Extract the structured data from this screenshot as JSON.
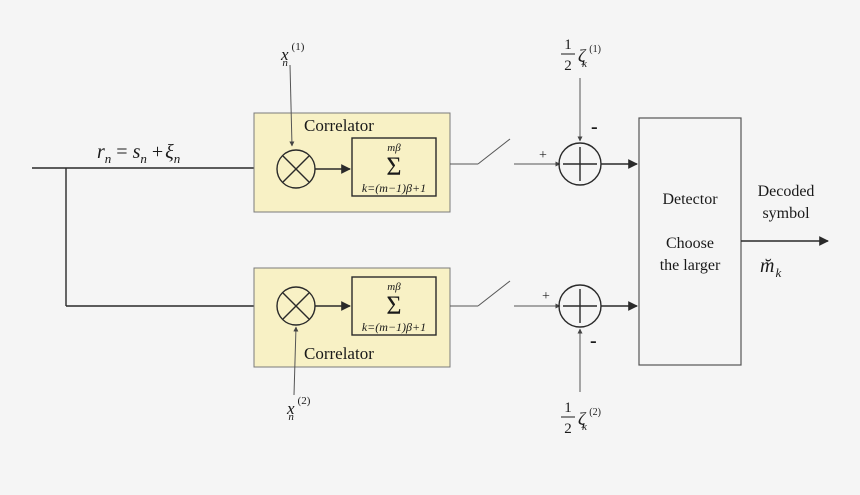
{
  "input_expr": {
    "r": "r",
    "n": "n",
    "eq": " = ",
    "s": "s",
    "plus": " +",
    "xi": "ξ"
  },
  "correlators": [
    {
      "label": "Correlator",
      "ref_base": "x",
      "ref_sub": "n",
      "ref_sup": "(1)"
    },
    {
      "label": "Correlator",
      "ref_base": "x",
      "ref_sub": "n",
      "ref_sup": "(2)"
    }
  ],
  "summation": {
    "upper": "mβ",
    "sigma": "Σ",
    "lower": "k=(m−1)β+1"
  },
  "thresholds": [
    {
      "num": "1",
      "den": "2",
      "zeta": "ζ",
      "sub": "k",
      "sup": "(1)",
      "sign_in": "+",
      "sign_thresh": "-"
    },
    {
      "num": "1",
      "den": "2",
      "zeta": "ζ",
      "sub": "k",
      "sup": "(2)",
      "sign_in": "+",
      "sign_thresh": "-"
    }
  ],
  "detector": {
    "title": "Detector",
    "line1": "Choose",
    "line2": "the larger"
  },
  "output": {
    "line1": "Decoded",
    "line2": "symbol",
    "symbol": "m̆",
    "sub": "k"
  },
  "colors": {
    "correlator_fill": "#f8f1c5",
    "correlator_stroke": "#7a7a7a",
    "wire": "#2a2a2a",
    "background": "#f5f5f5"
  }
}
